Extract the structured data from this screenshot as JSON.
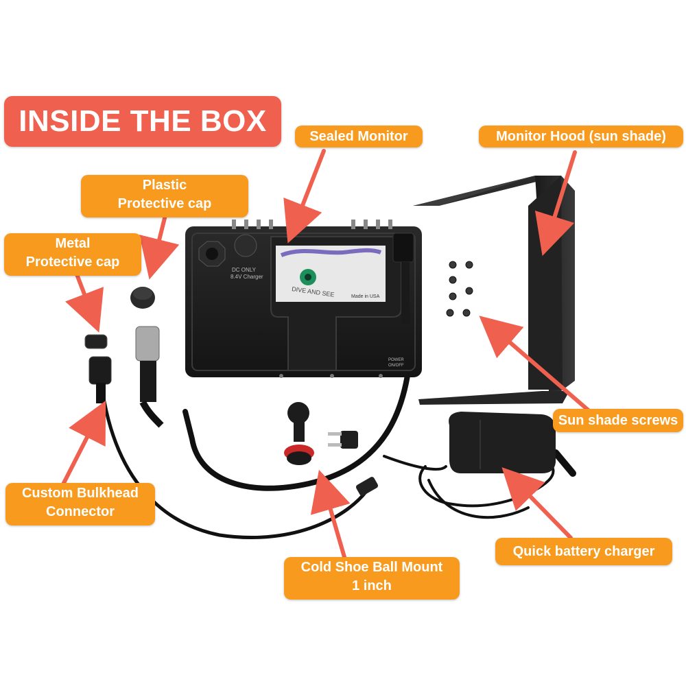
{
  "title": "INSIDE THE BOX",
  "colors": {
    "label_bg": "#f79a1e",
    "title_bg": "#f0604f",
    "arrow": "#f0604f",
    "text": "#ffffff"
  },
  "labels": {
    "sealed_monitor": "Sealed Monitor",
    "monitor_hood": "Monitor Hood (sun shade)",
    "plastic_cap": {
      "line1": "Plastic",
      "line2": "Protective cap"
    },
    "metal_cap": {
      "line1": "Metal",
      "line2": "Protective cap"
    },
    "sun_shade_screws": "Sun shade screws",
    "bulkhead": {
      "line1": "Custom Bulkhead",
      "line2": "Connector"
    },
    "ball_mount": {
      "line1": "Cold Shoe Ball Mount",
      "line2": "1 inch"
    },
    "charger": "Quick battery charger"
  },
  "device": {
    "brand": "DIVE AND SEE",
    "made_in": "Made in USA",
    "dc_line1": "DC ONLY",
    "dc_line2": "8.4V Charger",
    "power_line1": "POWER",
    "power_line2": "ON/OFF"
  }
}
